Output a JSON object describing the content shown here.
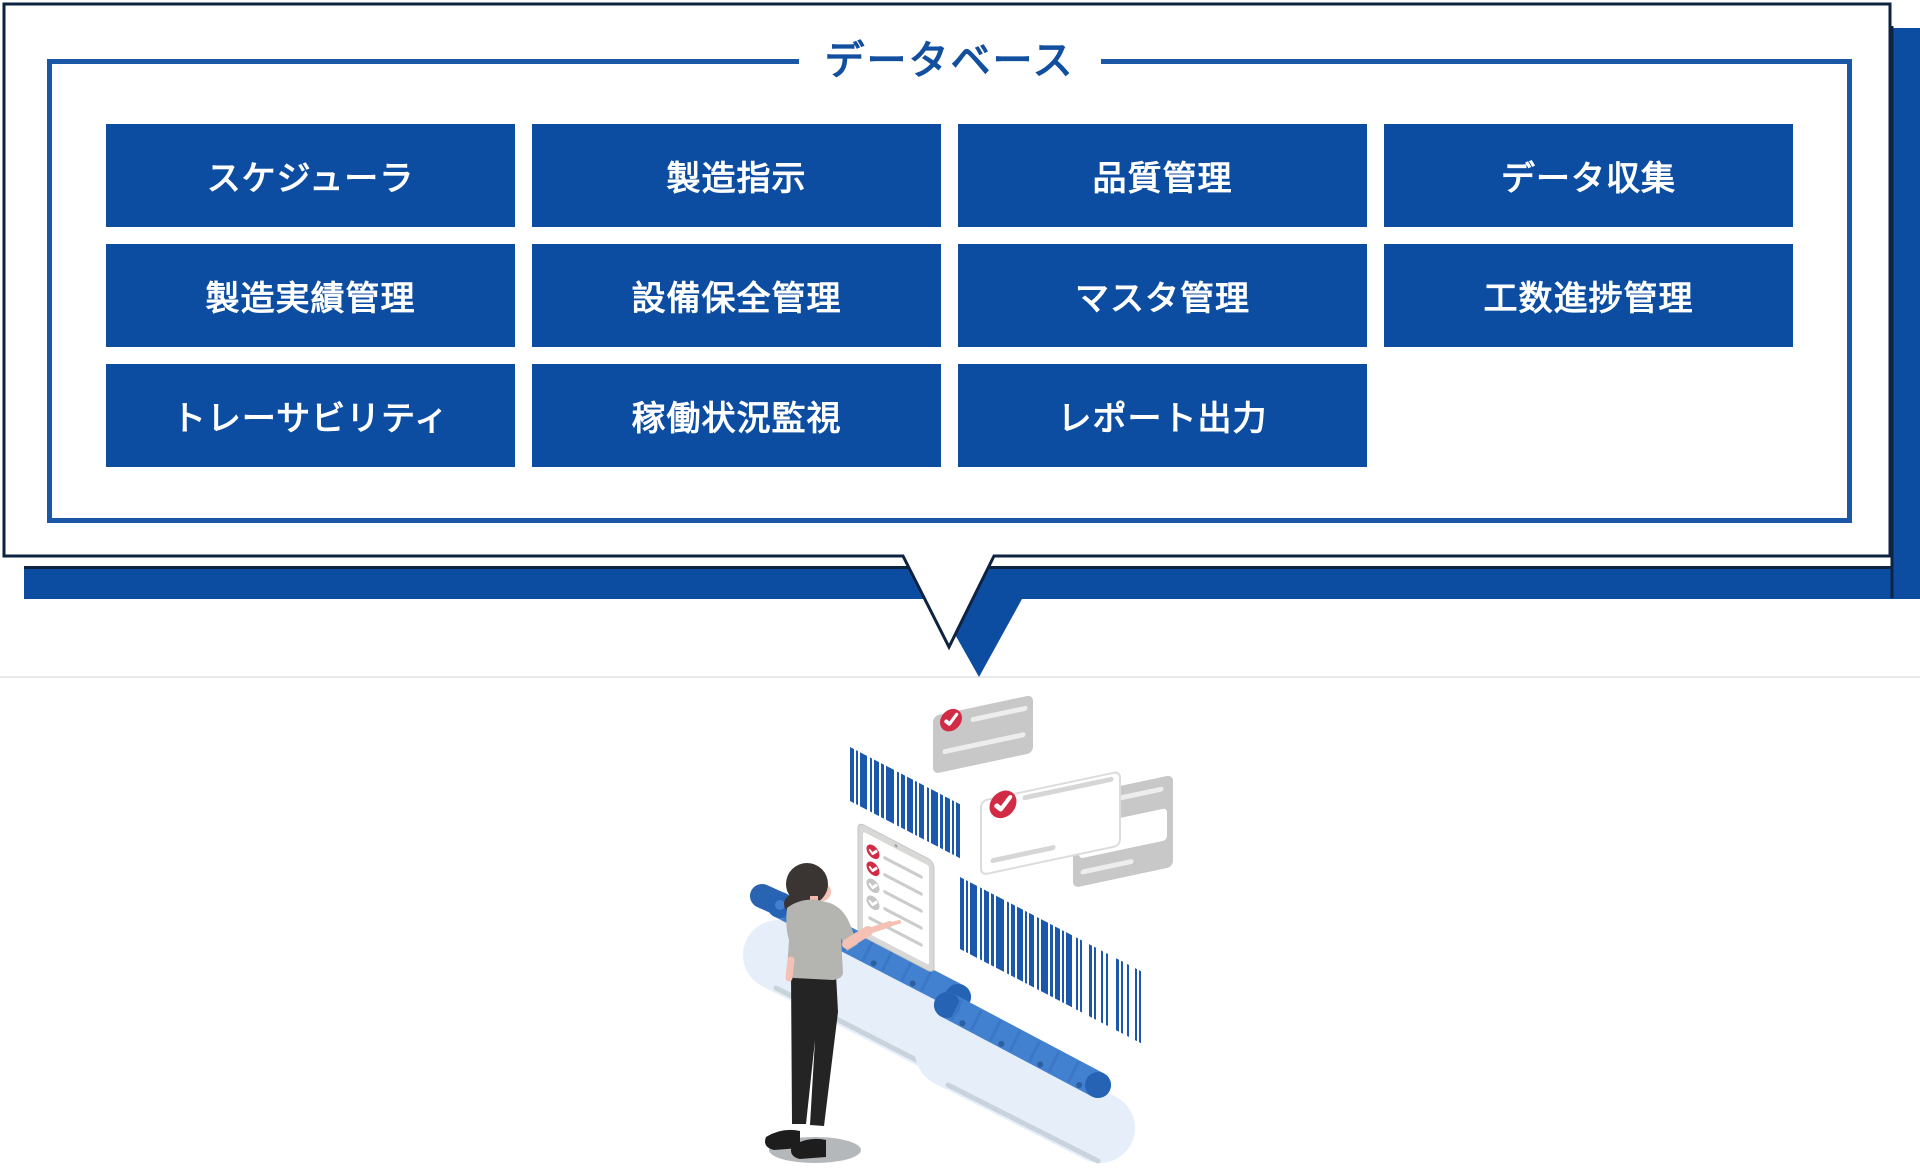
{
  "diagram": {
    "title": "データベース",
    "modules": [
      {
        "id": "scheduler",
        "label": "スケジューラ"
      },
      {
        "id": "production-order",
        "label": "製造指示"
      },
      {
        "id": "quality-control",
        "label": "品質管理"
      },
      {
        "id": "data-collection",
        "label": "データ収集"
      },
      {
        "id": "production-results",
        "label": "製造実績管理"
      },
      {
        "id": "equipment-maintenance",
        "label": "設備保全管理"
      },
      {
        "id": "master-data",
        "label": "マスタ管理"
      },
      {
        "id": "manhour-progress",
        "label": "工数進捗管理"
      },
      {
        "id": "traceability",
        "label": "トレーサビリティ"
      },
      {
        "id": "operation-monitoring",
        "label": "稼働状況監視"
      },
      {
        "id": "report-output",
        "label": "レポート出力"
      }
    ]
  },
  "colors": {
    "module_blue": "#0c4da2",
    "panel_border_blue": "#1c56a6",
    "title_blue": "#124f9e",
    "outline_navy": "#0e2342",
    "shadow_blue": "#0c4da2",
    "divider_gray": "#eaeaea",
    "badge_red": "#d22b45",
    "barcode_blue": "#1b57ab",
    "belt_blue": "#4181cf",
    "conveyor_body": "#e6eff9",
    "window_gray": "#c8c8c8"
  },
  "illustration": {
    "elements": [
      "browser-window-icon",
      "check-badge-icon",
      "barcode-icon",
      "checklist-tablet-icon",
      "conveyor-belt-icon",
      "worker-figure"
    ]
  }
}
